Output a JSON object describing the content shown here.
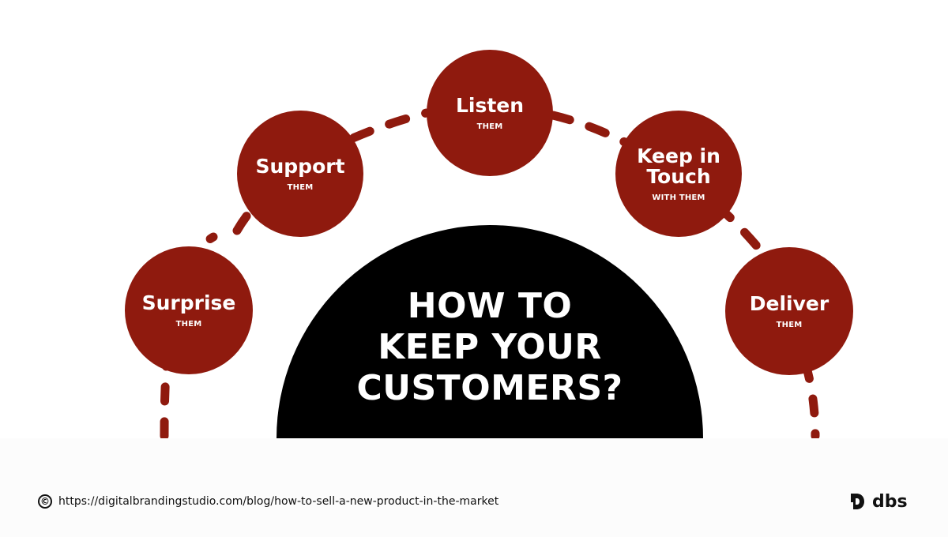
{
  "diagram": {
    "title_lines": [
      "HOW TO",
      "KEEP YOUR",
      "CUSTOMERS?"
    ],
    "nodes": [
      {
        "label": "Surprise",
        "sub": "THEM"
      },
      {
        "label": "Support",
        "sub": "THEM"
      },
      {
        "label": "Listen",
        "sub": "THEM"
      },
      {
        "label": "Keep in\nTouch",
        "sub": "WITH THEM"
      },
      {
        "label": "Deliver",
        "sub": "THEM"
      }
    ],
    "colors": {
      "node": "#8f1a0e",
      "dash": "#8f1a0e",
      "dome": "#000000",
      "text": "#ffffff"
    }
  },
  "footer": {
    "copyright_symbol": "©",
    "url": "https://digitalbrandingstudio.com/blog/how-to-sell-a-new-product-in-the-market",
    "brand_name": "dbs",
    "brand_icon": "d-logo-icon"
  }
}
